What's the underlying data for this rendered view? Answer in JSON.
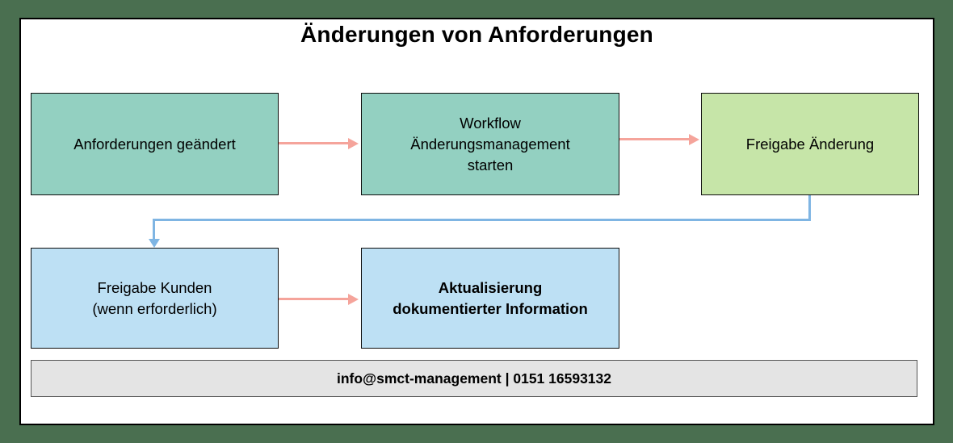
{
  "title": "Änderungen von Anforderungen",
  "nodes": [
    {
      "id": "anforderungen-geaendert",
      "label": "Anforderungen geändert",
      "fill": "#93D0C1"
    },
    {
      "id": "workflow-aenderungsmanagement-starten",
      "label": "Workflow\nÄnderungsmanagement\nstarten",
      "fill": "#93D0C1"
    },
    {
      "id": "freigabe-aenderung",
      "label": "Freigabe Änderung",
      "fill": "#C6E5A8"
    },
    {
      "id": "freigabe-kunden",
      "label": "Freigabe Kunden\n(wenn erforderlich)",
      "fill": "#BDE0F4"
    },
    {
      "id": "aktualisierung-dokumentierter-information",
      "label": "Aktualisierung\ndokumentierter Information",
      "fill": "#BDE0F4"
    }
  ],
  "connectors": {
    "arrow_color": "#F5A49B",
    "elbow_color": "#7FB5E3",
    "flows": [
      "anforderungen-geaendert -> workflow-aenderungsmanagement-starten",
      "workflow-aenderungsmanagement-starten -> freigabe-aenderung",
      "freigabe-aenderung -> freigabe-kunden",
      "freigabe-kunden -> aktualisierung-dokumentierter-information"
    ]
  },
  "footer": {
    "text": "info@smct-management | 0151 16593132"
  },
  "colors": {
    "background": "#4A6F50",
    "card": "#FFFFFF",
    "teal_node": "#93D0C1",
    "green_node": "#C6E5A8",
    "blue_node": "#BDE0F4",
    "footer_bar": "#E4E4E4"
  }
}
